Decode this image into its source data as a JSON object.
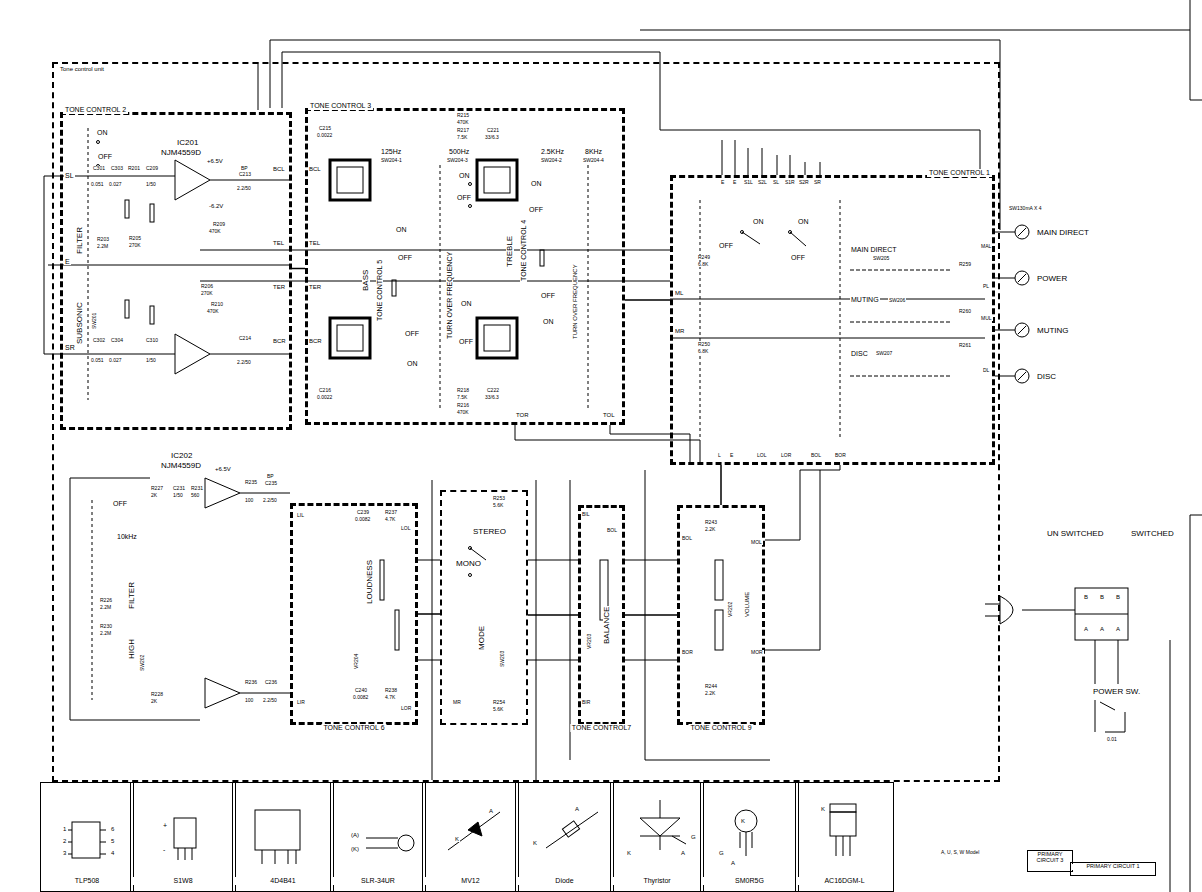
{
  "diagram": {
    "nodes": [
      {
        "text": [
          "Tone control unit"
        ]
      },
      {
        "text": [
          "TONE CONTROL 2"
        ],
        "in": 0
      },
      {
        "text": [
          "TONE CONTROL 3"
        ],
        "in": 0
      },
      {
        "text": [
          "TONE CONTROL 1"
        ],
        "in": 0
      },
      {
        "text": [
          "TONE CONTROL 6"
        ],
        "in": 0
      },
      {
        "text": [
          "MODE"
        ],
        "in": 0
      },
      {
        "text": [
          "TONE CONTROL7"
        ],
        "in": 0
      },
      {
        "text": [
          "TONE CONTROL 9"
        ],
        "in": 0
      },
      {
        "text": [
          "TLP508"
        ]
      },
      {
        "text": [
          "S1W8"
        ]
      },
      {
        "text": [
          "4D4B41"
        ]
      },
      {
        "text": [
          "SLR-34UR"
        ]
      },
      {
        "text": [
          "MV12"
        ]
      },
      {
        "text": [
          "Diode"
        ]
      },
      {
        "text": [
          "Thyristor"
        ]
      },
      {
        "text": [
          "SM0R5G"
        ]
      },
      {
        "text": [
          "AC16DGM-L"
        ]
      },
      {
        "text": [
          "PRIMARY CIRCUIT 3"
        ]
      },
      {
        "text": [
          "PRIMARY CIRCUIT 1"
        ]
      }
    ],
    "edges": [
      {
        "from": 1,
        "to": 2,
        "arrow": "none"
      },
      {
        "from": 2,
        "to": 3,
        "arrow": "none"
      },
      {
        "from": 4,
        "to": 5,
        "arrow": "none"
      },
      {
        "from": 5,
        "to": 6,
        "arrow": "none"
      },
      {
        "from": 6,
        "to": 7,
        "arrow": "none"
      },
      {
        "from": 7,
        "to": 3,
        "arrow": "none"
      }
    ],
    "labels": [
      "ON",
      "OFF",
      "IC201",
      "NJM4559D",
      "+6.5V",
      "SL",
      "C301",
      "0.051",
      "C303",
      "0.027",
      "R201",
      "C209",
      "1/50",
      "FILTER",
      "R203",
      "2.2M",
      "R205",
      "270K",
      "R209",
      "470K",
      "-6.2V",
      "BP",
      "C213",
      "2.2/50",
      "E",
      "R206",
      "270K",
      "SUBSONIC",
      "SW201",
      "R210",
      "470K",
      "SR",
      "C302",
      "0.051",
      "C304",
      "0.027",
      "C310",
      "1/50",
      "C214",
      "2.2/50",
      "BCL",
      "TEL",
      "TER",
      "BCR",
      "C215",
      "0.0022",
      "R215",
      "470K",
      "R217",
      "7.5K",
      "C221",
      "33/6.3",
      "125Hz",
      "SW204-1",
      "500Hz",
      "SW204-3",
      "2.5KHz",
      "SW204-2",
      "8KHz",
      "SW204-4",
      "ON",
      "OFF",
      "BCL",
      "BASS",
      "TONE CONTROL 5",
      "TURN OVER FREQUENCY",
      "TREBLE",
      "TONE CONTROL 4",
      "ON",
      "OFF",
      "OFF",
      "ON",
      "ON",
      "OFF",
      "ON",
      "OFF",
      "OFF",
      "ON",
      "TEL",
      "TER",
      "BCR",
      "C216",
      "0.0022",
      "R218",
      "7.5K",
      "R216",
      "470K",
      "C222",
      "33/6.3",
      "TOR",
      "TOL",
      "TURN OVER FREQUENCY",
      "E",
      "E",
      "S1L",
      "S2L",
      "SL",
      "S1R",
      "S2R",
      "SR",
      "ON",
      "OFF",
      "ON",
      "OFF",
      "MAIN DIRECT",
      "SW205",
      "MUTING",
      "SW206",
      "DISC",
      "SW207",
      "ML",
      "MR",
      "R249",
      "6.8K",
      "R250",
      "6.8K",
      "R259",
      "R260",
      "R261",
      "MAL",
      "PL",
      "MUL",
      "DL",
      "L",
      "E",
      "LOL",
      "LOR",
      "BOL",
      "BOR",
      "SW130mA X 4",
      "MAIN DIRECT",
      "POWER",
      "MUTING",
      "DISC",
      "IC202",
      "NJM4559D",
      "+6.5V",
      "OFF",
      "10kHz",
      "FILTER",
      "HIGH",
      "SW202",
      "R227",
      "2K",
      "C231",
      "1/50",
      "R231",
      "560",
      "R235",
      "100",
      "BP",
      "C235",
      "2.2/50",
      "R226",
      "2.2M",
      "R230",
      "2.2M",
      "R228",
      "2K",
      "R236",
      "100",
      "C236",
      "2.2/50",
      "LIL",
      "LIR",
      "C239",
      "0.0082",
      "R237",
      "4.7K",
      "LOL",
      "LOUDNESS",
      "VR204",
      "C240",
      "0.0082",
      "R238",
      "4.7K",
      "LOR",
      "R253",
      "5.6K",
      "STEREO",
      "MONO",
      "SW203",
      "R254",
      "5.6K",
      "MR",
      "BIL",
      "BOL",
      "BALANCE",
      "VR203",
      "BIR",
      "R243",
      "2.2K",
      "BOL",
      "VOLUME",
      "VR202",
      "MOL",
      "MOR",
      "BOR",
      "R244",
      "2.2K",
      "UN SWITCHED",
      "SWITCHED",
      "B",
      "B",
      "B",
      "A",
      "A",
      "A",
      "POWER SW.",
      "0.01",
      "A, U, S, W Model",
      "1",
      "2",
      "3",
      "6",
      "5",
      "4",
      "+",
      "-",
      "(A)",
      "(K)",
      "K",
      "A",
      "A",
      "K",
      "K",
      "A",
      "G",
      "G",
      "A",
      "K",
      "K"
    ]
  }
}
